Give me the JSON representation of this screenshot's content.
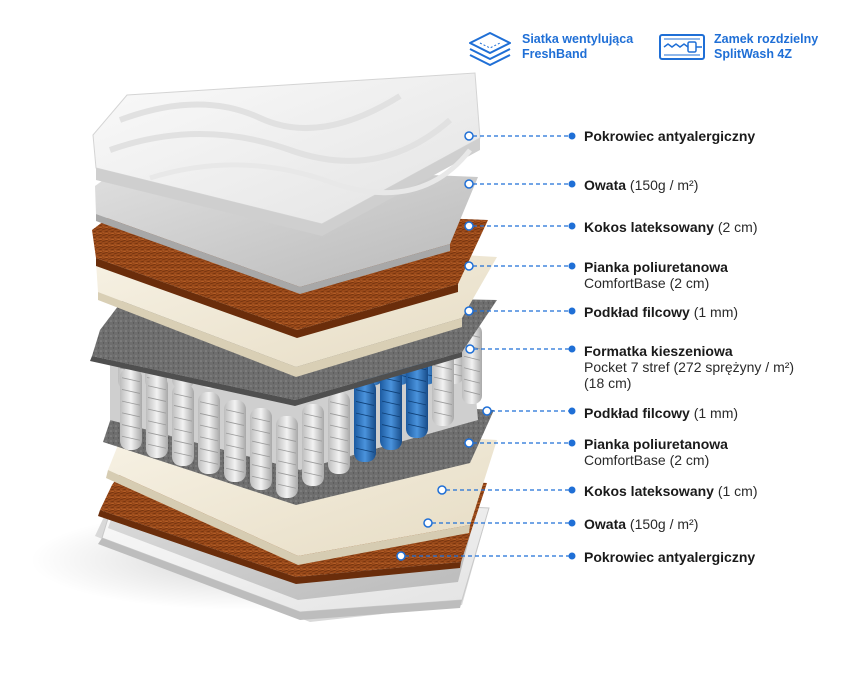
{
  "features": [
    {
      "icon": "mesh-layers-icon",
      "line1": "Siatka wentylująca",
      "line2": "FreshBand"
    },
    {
      "icon": "zipper-icon",
      "line1": "Zamek rozdzielny",
      "line2": "SplitWash 4Z"
    }
  ],
  "colors": {
    "accent": "#1f6fd6",
    "coconut": "#9a4a1a",
    "foam": "#f1ead8",
    "felt": "#6f6f6f",
    "cover": "#f3f3f3",
    "wadding": "#cfcfcf",
    "pocket_blue": "#2f78c4",
    "pocket_white": "#e4e4e4"
  },
  "layers": [
    {
      "name": "Pokrowiec antyalergiczny",
      "detail": ""
    },
    {
      "name": "Owata",
      "detail": " (150g / m²)"
    },
    {
      "name": "Kokos lateksowany",
      "detail": " (2 cm)"
    },
    {
      "name": "Pianka poliuretanowa",
      "detail_lines": [
        "ComfortBase (2 cm)"
      ]
    },
    {
      "name": "Podkład filcowy",
      "detail": " (1 mm)"
    },
    {
      "name": "Formatka kieszeniowa",
      "detail_lines": [
        "Pocket 7 stref (272 sprężyny / m²)",
        "(18 cm)"
      ]
    },
    {
      "name": "Podkład filcowy",
      "detail": " (1 mm)"
    },
    {
      "name": "Pianka poliuretanowa",
      "detail_lines": [
        "ComfortBase (2 cm)"
      ]
    },
    {
      "name": "Kokos lateksowany",
      "detail": " (1 cm)"
    },
    {
      "name": "Owata",
      "detail": " (150g / m²)"
    },
    {
      "name": "Pokrowiec antyalergiczny",
      "detail": ""
    }
  ]
}
